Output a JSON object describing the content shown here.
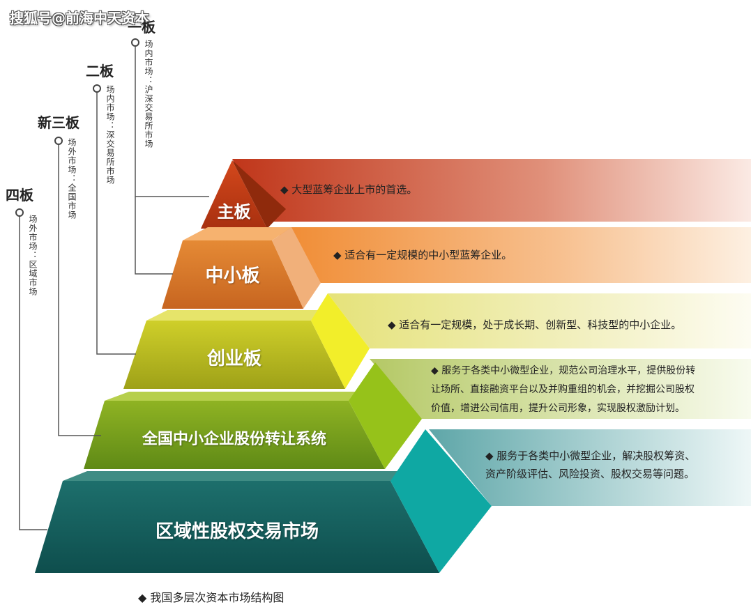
{
  "watermark": "搜狐号@前海中天资本",
  "caption": "◆ 我国多层次资本市场结构图",
  "tiers": [
    {
      "title": "一板",
      "market": "场内市场：沪深交易所市场"
    },
    {
      "title": "二板",
      "market": "场内市场：深交易所市场"
    },
    {
      "title": "新三板",
      "market": "场外市场：全国市场"
    },
    {
      "title": "四板",
      "market": "场外市场：区域市场"
    }
  ],
  "levels": [
    {
      "name": "主板",
      "desc": [
        "◆ 大型蓝筹企业上市的首选。"
      ]
    },
    {
      "name": "中小板",
      "desc": [
        "◆ 适合有一定规模的中小型蓝筹企业。"
      ]
    },
    {
      "name": "创业板",
      "desc": [
        "◆ 适合有一定规模，处于成长期、创新型、科技型的中小企业。"
      ]
    },
    {
      "name": "全国中小企业股份转让系统",
      "desc": [
        "◆ 服务于各类中小微型企业，规范公司治理水平，提供股份转",
        "让场所、直接融资平台以及并购重组的机会，并挖掘公司股权",
        "价值，增进公司信用，提升公司形象，实现股权激励计划。"
      ]
    },
    {
      "name": "区域性股权交易市场",
      "desc": [
        "◆ 服务于各类中小微型企业，解决股权筹资、",
        "资产阶级评估、风险投资、股权交易等问题。"
      ]
    }
  ],
  "colors": {
    "level1": "#c8401a",
    "level2": "#e2862e",
    "level3": "#c7c22a",
    "level4": "#8fad1c",
    "level5": "#16706c"
  }
}
